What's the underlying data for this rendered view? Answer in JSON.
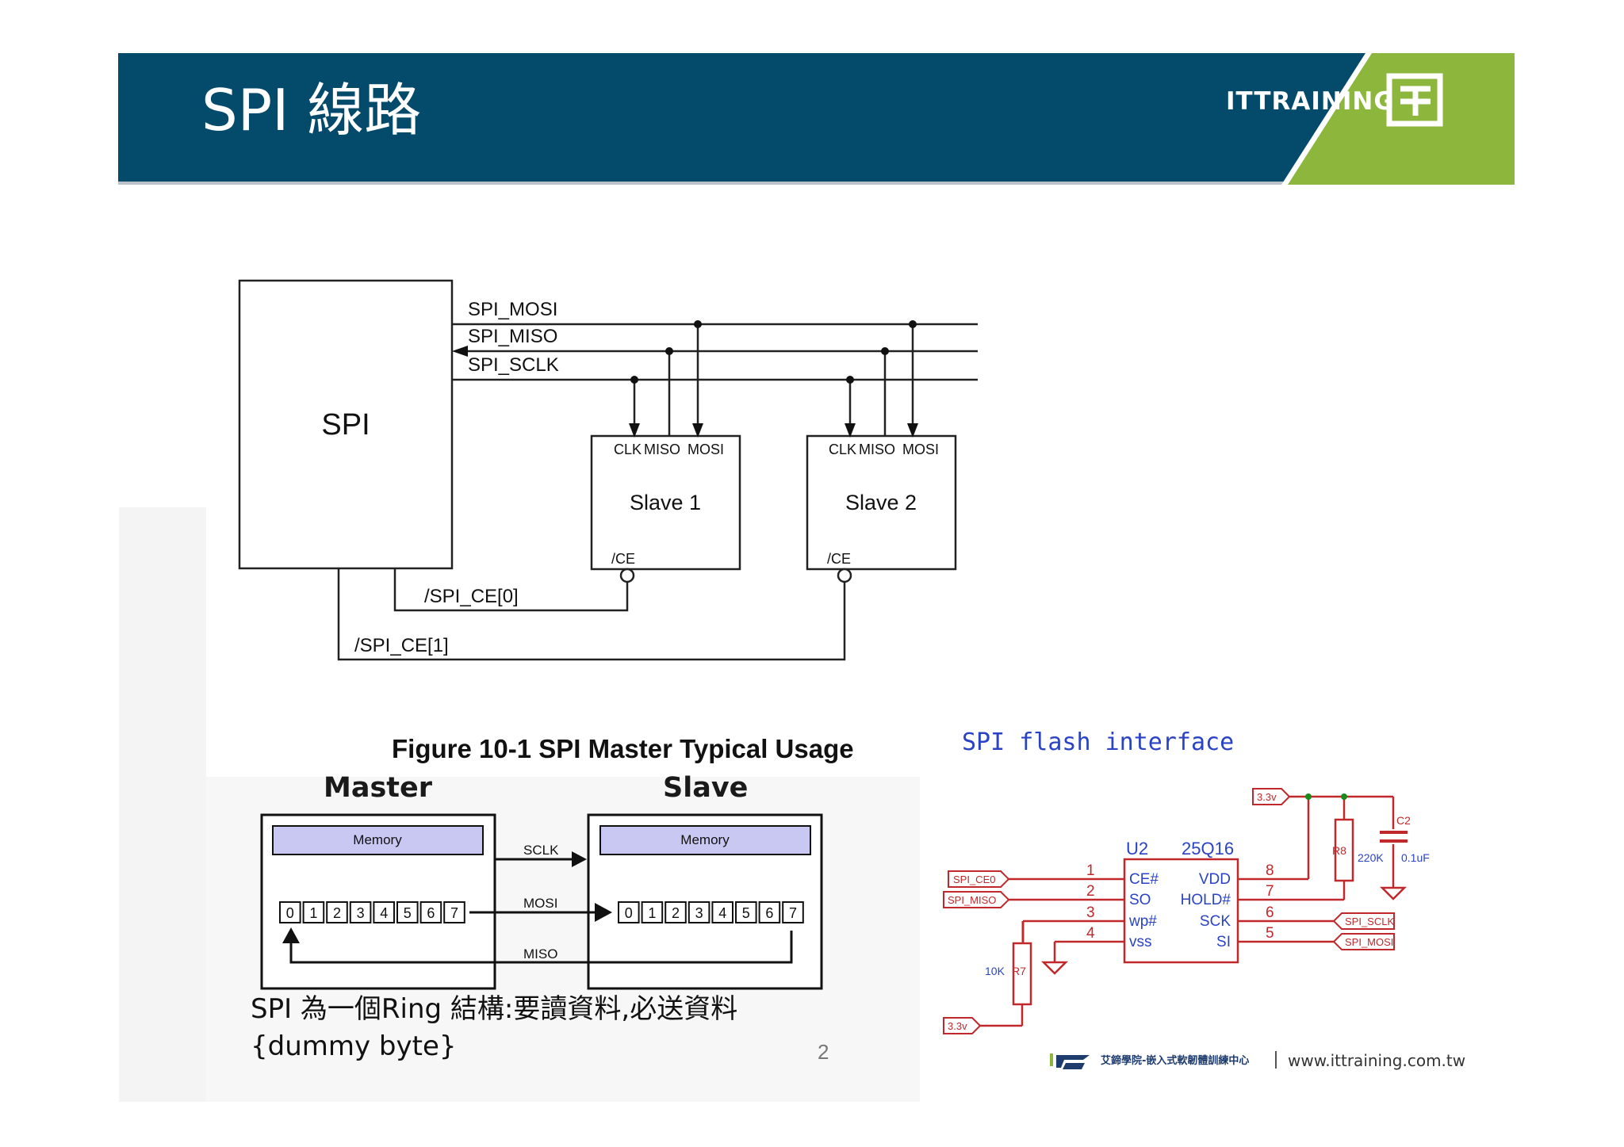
{
  "header": {
    "title": "SPI 線路",
    "logo_text": "ITTRAINING",
    "colors": {
      "bar": "#044a6a",
      "logo_green": "#8db63c"
    }
  },
  "top_diagram": {
    "master_label": "SPI",
    "bus_signals": [
      "SPI_MOSI",
      "SPI_MISO",
      "SPI_SCLK"
    ],
    "slaves": [
      {
        "name": "Slave 1",
        "pins": [
          "CLK",
          "MISO",
          "MOSI"
        ],
        "ce_pin": "/CE",
        "ce_signal": "/SPI_CE[0]"
      },
      {
        "name": "Slave 2",
        "pins": [
          "CLK",
          "MISO",
          "MOSI"
        ],
        "ce_pin": "/CE",
        "ce_signal": "/SPI_CE[1]"
      }
    ],
    "caption": "Figure 10-1 SPI Master Typical Usage"
  },
  "ring_diagram": {
    "master_label": "Master",
    "slave_label": "Slave",
    "memory_label": "Memory",
    "bits": [
      "0",
      "1",
      "2",
      "3",
      "4",
      "5",
      "6",
      "7"
    ],
    "signals": [
      "SCLK",
      "MOSI",
      "MISO"
    ]
  },
  "description": {
    "line1": "SPI 為一個Ring 結構:要讀資料,必送資料",
    "line2": "{dummy byte}"
  },
  "flash": {
    "title": "SPI flash interface",
    "chip_ref": "U2",
    "chip_part": "25Q16",
    "left_pins": [
      {
        "num": "1",
        "name": "CE#"
      },
      {
        "num": "2",
        "name": "SO"
      },
      {
        "num": "3",
        "name": "wp#"
      },
      {
        "num": "4",
        "name": "vss"
      }
    ],
    "right_pins": [
      {
        "num": "8",
        "name": "VDD"
      },
      {
        "num": "7",
        "name": "HOLD#"
      },
      {
        "num": "6",
        "name": "SCK"
      },
      {
        "num": "5",
        "name": "SI"
      }
    ],
    "net_labels": {
      "ce": "SPI_CE0",
      "miso": "SPI_MISO",
      "sclk": "SPI_SCLK",
      "mosi": "SPI_MOSI",
      "vcc_top": "3.3v",
      "vcc_bottom": "3.3v"
    },
    "r7": {
      "ref": "R7",
      "value": "10K"
    },
    "r8": {
      "ref": "R8",
      "value": "220K"
    },
    "c2": {
      "ref": "C2",
      "value": "0.1uF"
    },
    "color": "#c0282b"
  },
  "footer": {
    "page_number": "2",
    "org_cn": "艾鍗學院-嵌入式軟韌體訓練中心",
    "website": "www.ittraining.com.tw"
  }
}
